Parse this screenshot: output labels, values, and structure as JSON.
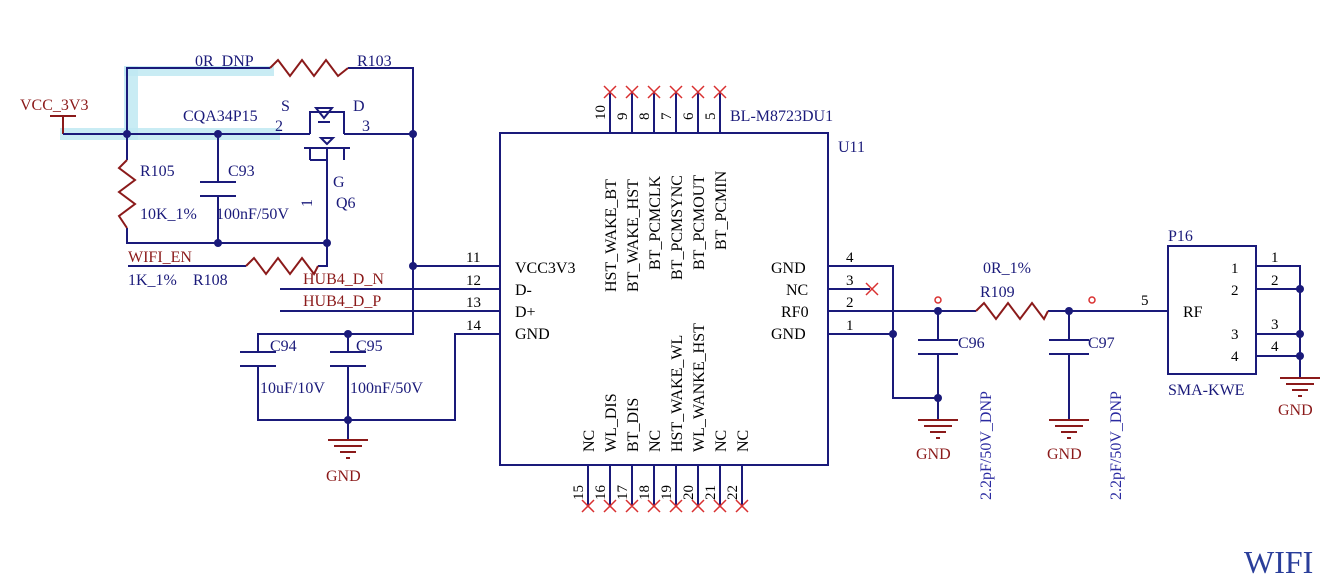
{
  "title": "WIFI",
  "nets": {
    "vcc": "VCC_3V3",
    "wifi_en": "WIFI_EN",
    "hub_dn": "HUB4_D_N",
    "hub_dp": "HUB4_D_P",
    "gnd": "GND"
  },
  "components": {
    "r103": {
      "ref": "R103",
      "value": "0R_DNP"
    },
    "q6": {
      "ref": "Q6",
      "value": "CQA34P15",
      "pin_s": "S",
      "pin_d": "D",
      "pin_g": "G",
      "pin_s_num": "2",
      "pin_d_num": "3",
      "pin_g_num": "1"
    },
    "r105": {
      "ref": "R105",
      "value": "10K_1%"
    },
    "c93": {
      "ref": "C93",
      "value": "100nF/50V"
    },
    "r108": {
      "ref": "R108",
      "value": "1K_1%"
    },
    "c94": {
      "ref": "C94",
      "value": "10uF/10V"
    },
    "c95": {
      "ref": "C95",
      "value": "100nF/50V"
    },
    "u11": {
      "ref": "U11",
      "value": "BL-M8723DU1"
    },
    "c96": {
      "ref": "C96",
      "value": "2.2pF/50V_DNP"
    },
    "r109": {
      "ref": "R109",
      "value": "0R_1%"
    },
    "c97": {
      "ref": "C97",
      "value": "2.2pF/50V_DNP"
    },
    "p16": {
      "ref": "P16",
      "value": "SMA-KWE",
      "pin_label": "RF"
    }
  },
  "u11": {
    "left_pins": [
      {
        "num": "11",
        "name": "VCC3V3"
      },
      {
        "num": "12",
        "name": "D-"
      },
      {
        "num": "13",
        "name": "D+"
      },
      {
        "num": "14",
        "name": "GND"
      }
    ],
    "right_pins": [
      {
        "num": "4",
        "name": "GND"
      },
      {
        "num": "3",
        "name": "NC"
      },
      {
        "num": "2",
        "name": "RF0"
      },
      {
        "num": "1",
        "name": "GND"
      }
    ],
    "top_pins": [
      {
        "num": "10",
        "name": "HST_WAKE_BT"
      },
      {
        "num": "9",
        "name": "BT_WAKE_HST"
      },
      {
        "num": "8",
        "name": "BT_PCMCLK"
      },
      {
        "num": "7",
        "name": "BT_PCMSYNC"
      },
      {
        "num": "6",
        "name": "BT_PCMOUT"
      },
      {
        "num": "5",
        "name": "BT_PCMIN"
      }
    ],
    "bottom_pins": [
      {
        "num": "15",
        "name": "NC"
      },
      {
        "num": "16",
        "name": "WL_DIS"
      },
      {
        "num": "17",
        "name": "BT_DIS"
      },
      {
        "num": "18",
        "name": "NC"
      },
      {
        "num": "19",
        "name": "HST_WAKE_WL"
      },
      {
        "num": "20",
        "name": "WL_WANKE_HST"
      },
      {
        "num": "21",
        "name": "NC"
      },
      {
        "num": "22",
        "name": "NC"
      }
    ]
  },
  "p16_pins": [
    {
      "num": "5"
    },
    {
      "num": "1",
      "inner": "1"
    },
    {
      "num": "2",
      "inner": "2"
    },
    {
      "num": "3",
      "inner": "3"
    },
    {
      "num": "4",
      "inner": "4"
    }
  ]
}
